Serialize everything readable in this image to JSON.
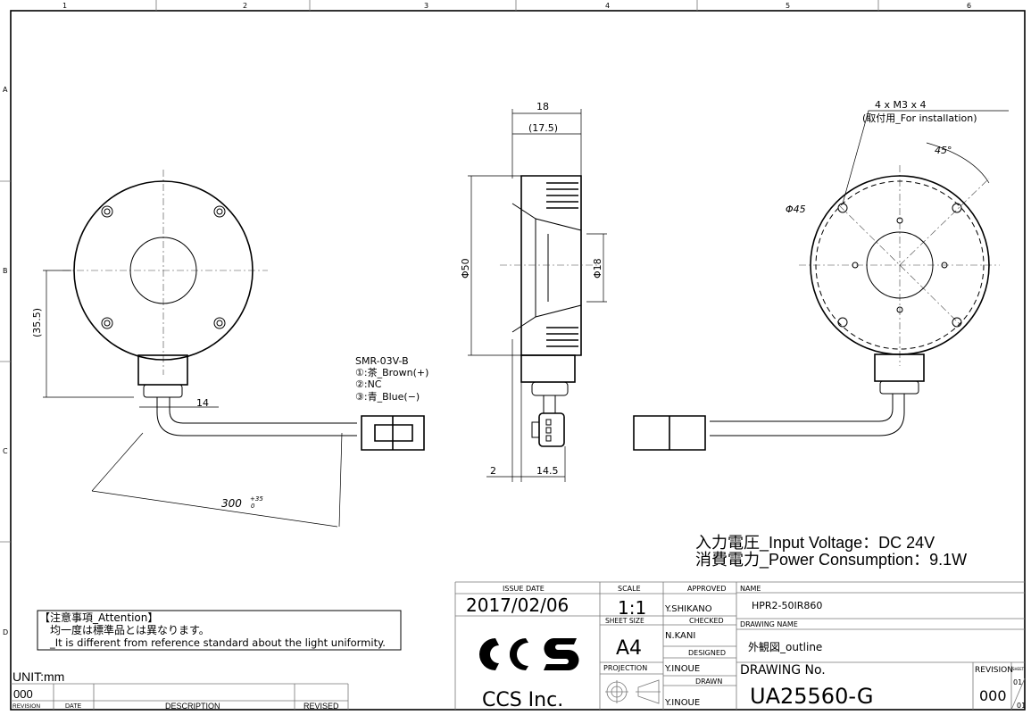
{
  "frame": {
    "columns": [
      "1",
      "2",
      "3",
      "4",
      "5",
      "6"
    ],
    "rows": [
      "A",
      "B",
      "C",
      "D"
    ]
  },
  "dimensions": {
    "left_height": "(35.5)",
    "cable_offset": "14",
    "cable_length": "300",
    "cable_tol_plus": "+35",
    "cable_tol_minus": "0",
    "side_width": "18",
    "side_width_ref": "(17.5)",
    "side_dia": "Φ50",
    "side_inner_dia": "Φ18",
    "bottom_left": "2",
    "bottom_right": "14.5",
    "mount_holes": "4 x M3 x 4",
    "mount_note": "(取付用_For installation)",
    "angle": "45°",
    "pcd": "Φ45"
  },
  "connector": {
    "model": "SMR-03V-B",
    "pins": [
      "①:茶_Brown(+)",
      "②:NC",
      "③:青_Blue(−)"
    ]
  },
  "specs": {
    "voltage": "入力電圧_Input Voltage：DC 24V",
    "power": "消費電力_Power Consumption：9.1W"
  },
  "attention": {
    "title": "【注意事項_Attention】",
    "line_jp": "均一度は標準品とは異なります。",
    "line_en": "_It is different from reference standard about the light uniformity."
  },
  "unit": "UNIT:mm",
  "revision_table": {
    "value": "000",
    "headers": [
      "REVISION",
      "DATE",
      "DESCRIPTION",
      "REVISED"
    ]
  },
  "title_block": {
    "issue_date_label": "ISSUE DATE",
    "issue_date": "2017/02/06",
    "scale_label": "SCALE",
    "scale": "1:1",
    "sheet_size_label": "SHEET  SIZE",
    "sheet_size": "A4",
    "projection_label": "PROJECTION",
    "approved_label": "APPROVED",
    "approved": "Y.SHIKANO",
    "checked_label": "CHECKED",
    "checked": "N.KANI",
    "designed_label": "DESIGNED",
    "designed": "Y.INOUE",
    "drawn_label": "DRAWN",
    "drawn": "Y.INOUE",
    "name_label": "NAME",
    "name": "HPR2-50IR860",
    "drawing_name_label": "DRAWING NAME",
    "drawing_name": "外観図_outline",
    "drawing_no_label": "DRAWING No.",
    "drawing_no": "UA25560-G",
    "revision_label": "REVISION",
    "revision": "000",
    "sheet_label": "SHEET",
    "sheet_num": "01",
    "sheet_total": "01",
    "company_logo": "CCS",
    "company": "CCS Inc."
  }
}
